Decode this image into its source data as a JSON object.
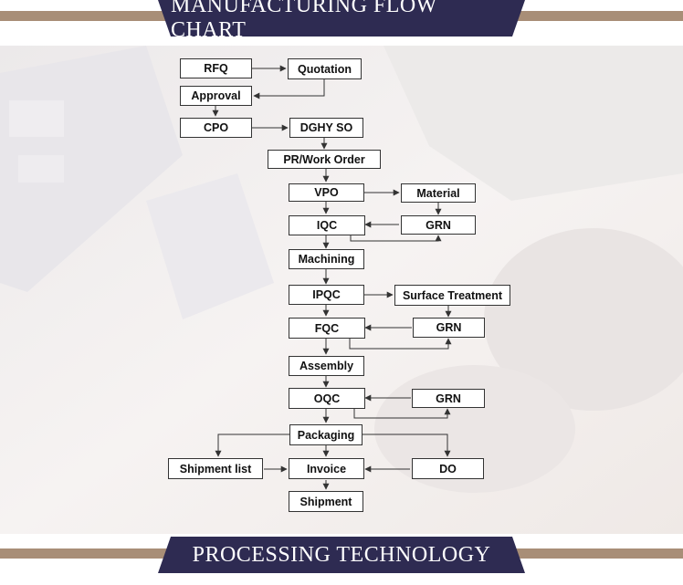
{
  "header": {
    "title": "MANUFACTURING FLOW CHART"
  },
  "footer": {
    "title": "PROCESSING TECHNOLOGY"
  },
  "colors": {
    "banner": "#2e2b52",
    "stripe": "#a88e77",
    "box_border": "#333333",
    "arrow": "#333333"
  },
  "flow": {
    "rfq": "RFQ",
    "quotation": "Quotation",
    "approval": "Approval",
    "cpo": "CPO",
    "dghy_so": "DGHY SO",
    "pr_work_order": "PR/Work Order",
    "vpo": "VPO",
    "material": "Material",
    "iqc": "IQC",
    "grn_1": "GRN",
    "machining": "Machining",
    "ipqc": "IPQC",
    "surface_treatment": "Surface Treatment",
    "fqc": "FQC",
    "grn_2": "GRN",
    "assembly": "Assembly",
    "oqc": "OQC",
    "grn_3": "GRN",
    "packaging": "Packaging",
    "shipment_list": "Shipment list",
    "invoice": "Invoice",
    "do": "DO",
    "shipment": "Shipment"
  }
}
